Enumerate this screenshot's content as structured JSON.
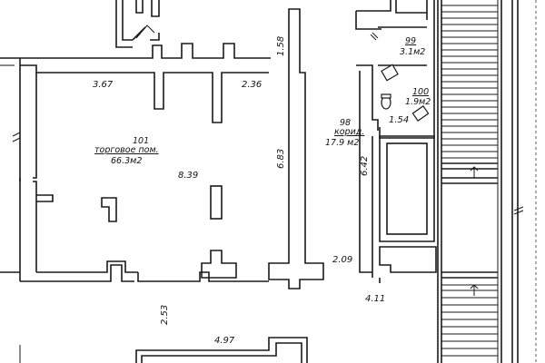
{
  "rooms": {
    "r101": {
      "number": "101",
      "name": "торговое пом.",
      "area": "66.3м2"
    },
    "r98": {
      "number": "98",
      "name": "корид.",
      "area": "17.9 м2"
    },
    "r99": {
      "number": "99",
      "area": "3.1м2"
    },
    "r100": {
      "number": "100",
      "area": "1.9м2"
    }
  },
  "dimensions": {
    "d367": "3.67",
    "d236": "2.36",
    "d158": "1.58",
    "d839": "8.39",
    "d683": "6.83",
    "d642": "6.42",
    "d154": "1.54",
    "d209": "2.09",
    "d253": "2.53",
    "d497": "4.97",
    "d411": "4.11"
  }
}
